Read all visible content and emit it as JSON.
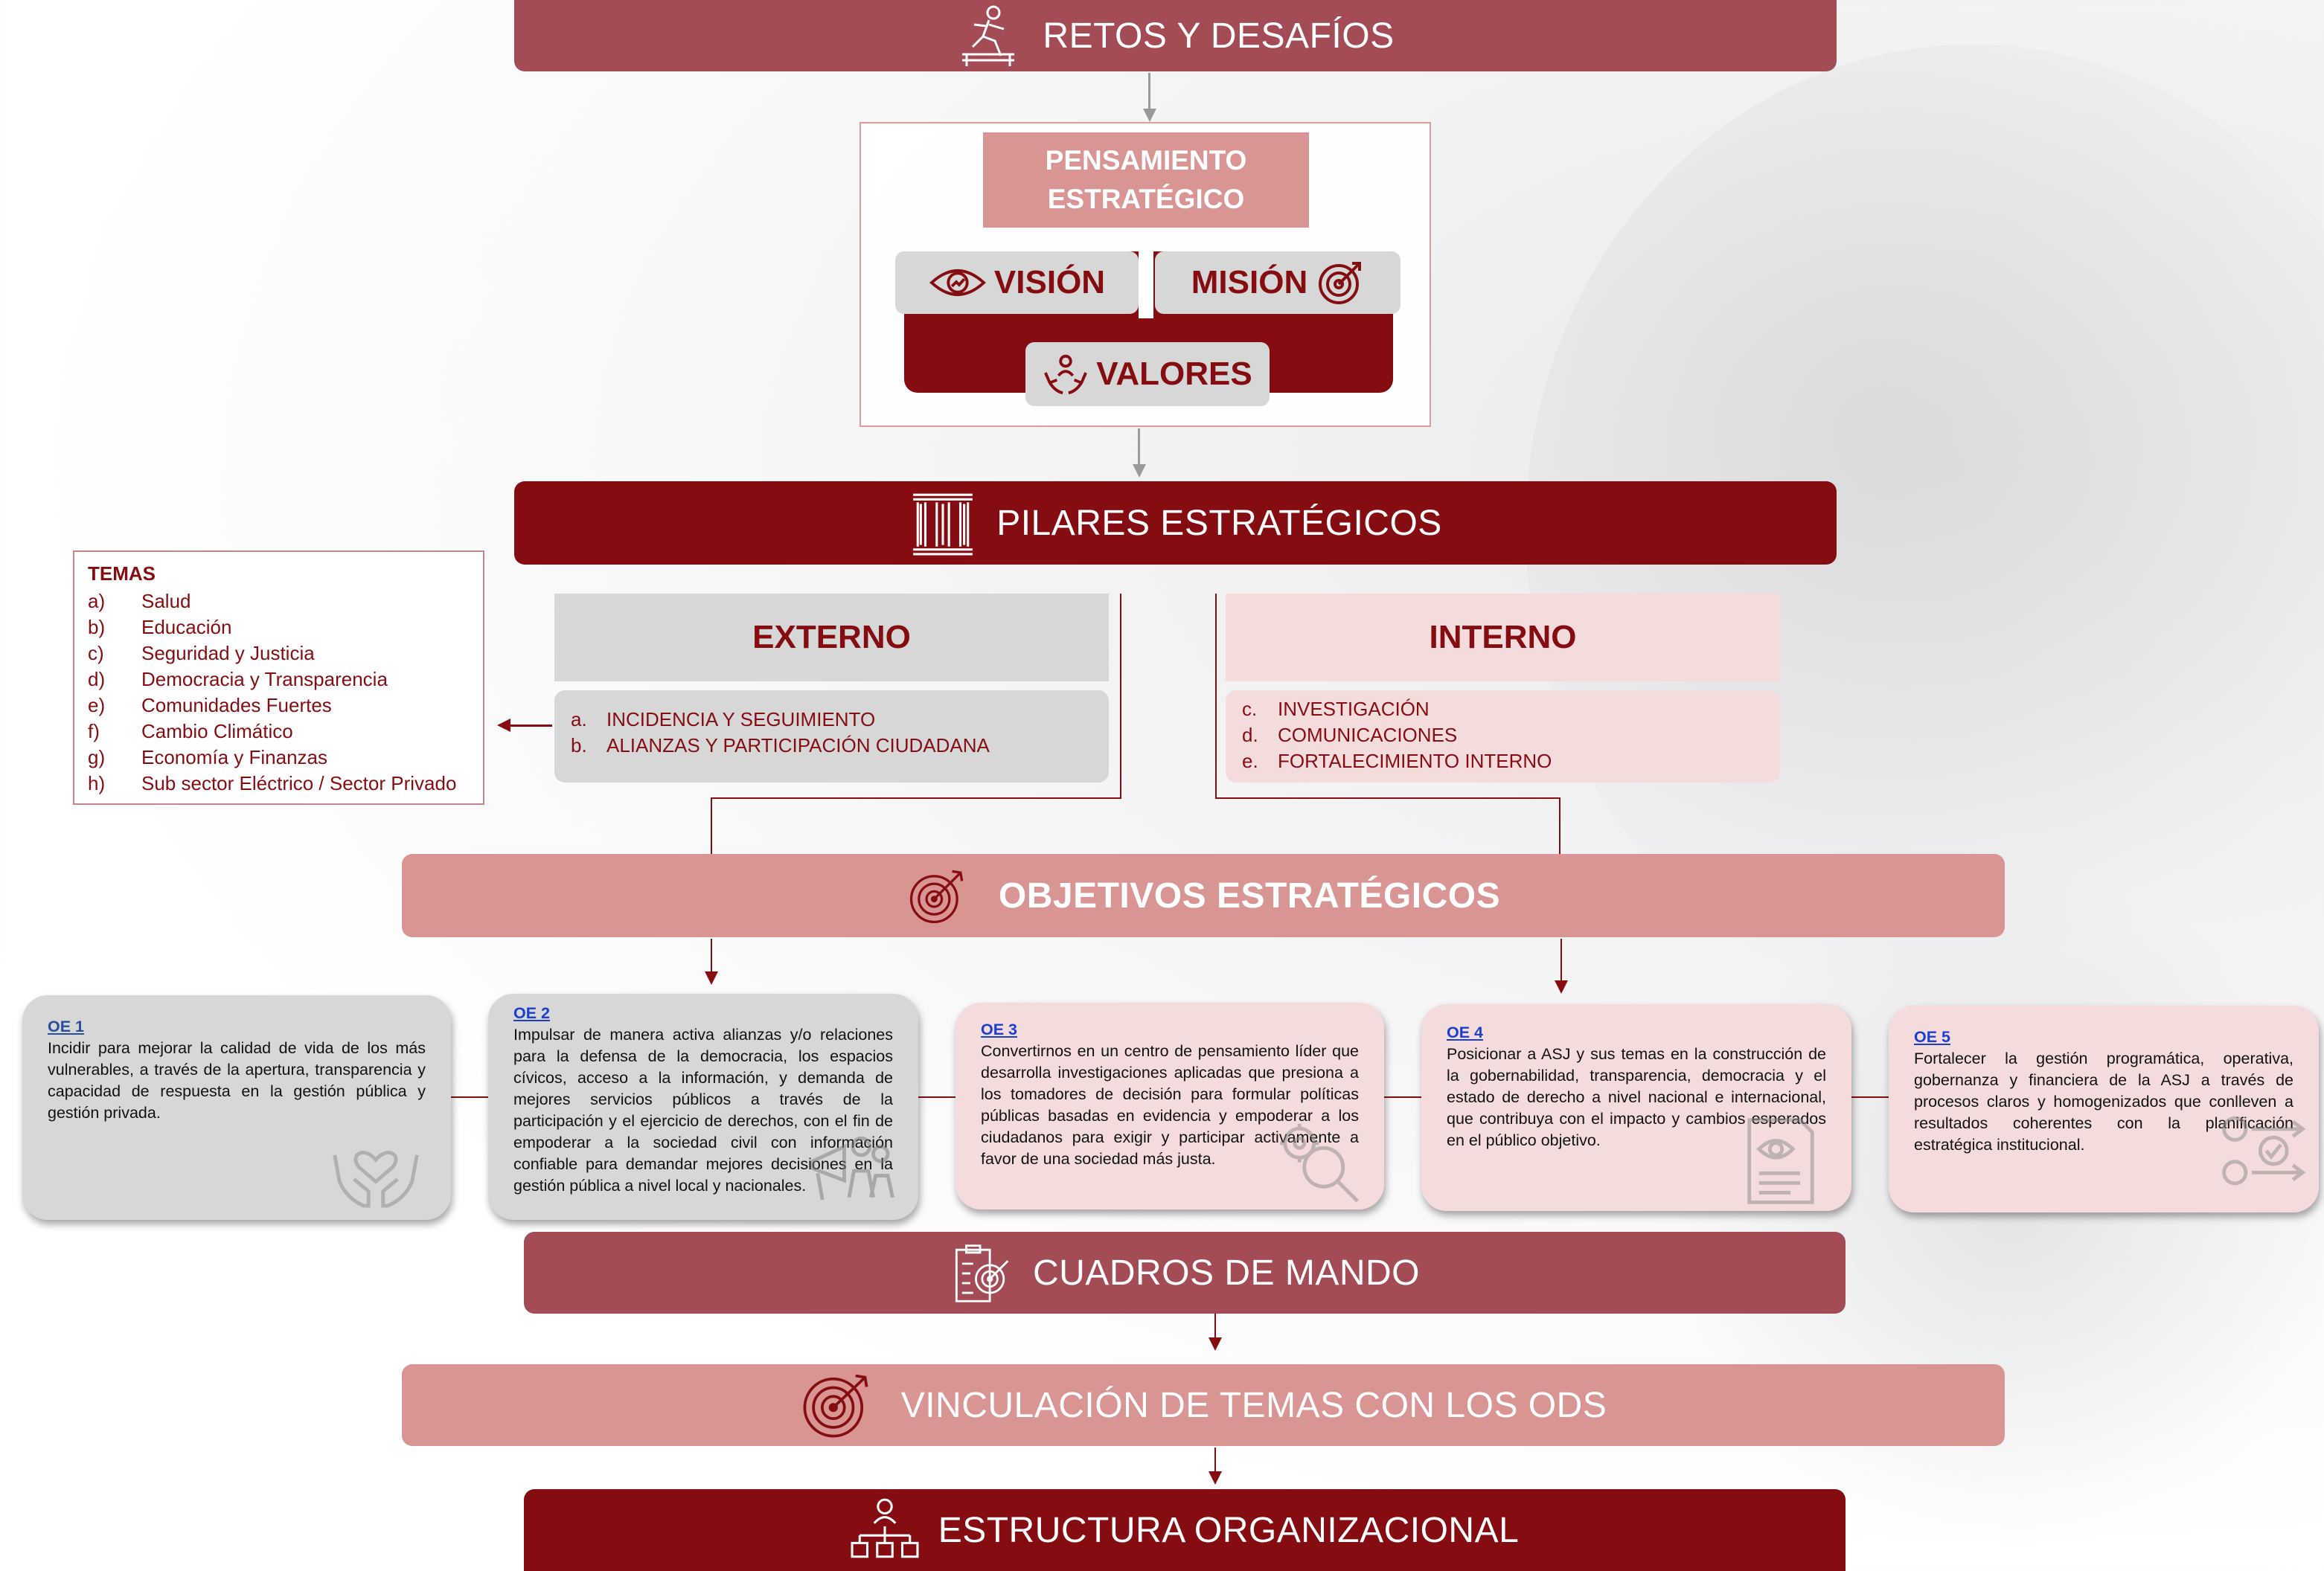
{
  "retos": {
    "title": "RETOS Y DESAFÍOS",
    "icon": "hurdle-runner-icon"
  },
  "pensamiento": {
    "title_line1": "PENSAMIENTO",
    "title_line2": "ESTRATÉGICO",
    "vision": "VISIÓN",
    "mision": "MISIÓN",
    "valores": "VALORES"
  },
  "pilares": {
    "title": "PILARES ESTRATÉGICOS",
    "icon": "columns-icon"
  },
  "temas": {
    "title": "TEMAS",
    "items": [
      {
        "letter": "a)",
        "label": "Salud"
      },
      {
        "letter": "b)",
        "label": "Educación"
      },
      {
        "letter": "c)",
        "label": "Seguridad y Justicia"
      },
      {
        "letter": "d)",
        "label": "Democracia y Transparencia"
      },
      {
        "letter": "e)",
        "label": "Comunidades Fuertes"
      },
      {
        "letter": "f)",
        "label": "Cambio Climático"
      },
      {
        "letter": "g)",
        "label": "Economía y Finanzas"
      },
      {
        "letter": "h)",
        "label": "Sub sector Eléctrico / Sector Privado"
      }
    ]
  },
  "externo": {
    "title": "EXTERNO",
    "items": [
      {
        "letter": "a.",
        "label": "INCIDENCIA Y SEGUIMIENTO"
      },
      {
        "letter": "b.",
        "label": "ALIANZAS Y PARTICIPACIÓN CIUDADANA"
      }
    ]
  },
  "interno": {
    "title": "INTERNO",
    "items": [
      {
        "letter": "c.",
        "label": "INVESTIGACIÓN"
      },
      {
        "letter": "d.",
        "label": "COMUNICACIONES"
      },
      {
        "letter": "e.",
        "label": "FORTALECIMIENTO INTERNO"
      }
    ]
  },
  "objetivos": {
    "title": "OBJETIVOS ESTRATÉGICOS",
    "icon": "target-icon"
  },
  "oes": [
    {
      "label": "OE 1",
      "text": "Incidir para mejorar la calidad de vida de los más vulnerables, a través de la apertura, transparencia y capacidad de respuesta en la gestión pública y gestión privada.",
      "icon": "hands-heart-icon"
    },
    {
      "label": "OE 2",
      "text": "Impulsar de manera activa alianzas y/o relaciones para la defensa de la democracia, los espacios cívicos, acceso a la información, y demanda de mejores servicios públicos a través de la participación y el ejercicio de derechos, con el fin de empoderar a la sociedad civil con información confiable para demandar mejores decisiones en la gestión pública a nivel local y nacionales.",
      "icon": "crowd-megaphone-icon"
    },
    {
      "label": "OE 3",
      "text": "Convertirnos en un centro de pensamiento líder que desarrolla investigaciones aplicadas que presiona a los tomadores de decisión para formular políticas públicas basadas en evidencia y empoderar a los ciudadanos para exigir y participar activamente a favor de una sociedad más justa.",
      "icon": "research-gears-icon"
    },
    {
      "label": "OE 4",
      "text": "Posicionar a ASJ y sus temas en la construcción de la gobernabilidad, transparencia, democracia y el estado de derecho a nivel nacional e internacional, que contribuya con el impacto y cambios esperados en el público objetivo.",
      "icon": "document-eye-icon"
    },
    {
      "label": "OE 5",
      "text": "Fortalecer la gestión programática, operativa, gobernanza y financiera de la ASJ a través de procesos claros y homogenizados que conlleven a resultados coherentes con la planificación estratégica institucional.",
      "icon": "gears-check-icon"
    }
  ],
  "cuadros": {
    "title": "CUADROS DE MANDO",
    "icon": "clipboard-target-icon"
  },
  "ods": {
    "title": "VINCULACIÓN DE TEMAS CON LOS ODS",
    "icon": "target-arrow-icon"
  },
  "estructura": {
    "title": "ESTRUCTURA ORGANIZACIONAL",
    "icon": "org-chart-icon"
  },
  "colors": {
    "dark": "#850d12",
    "mid": "#a44c55",
    "light": "#d99494",
    "gray": "#d7d7d7",
    "pink": "#f5dcdc"
  }
}
